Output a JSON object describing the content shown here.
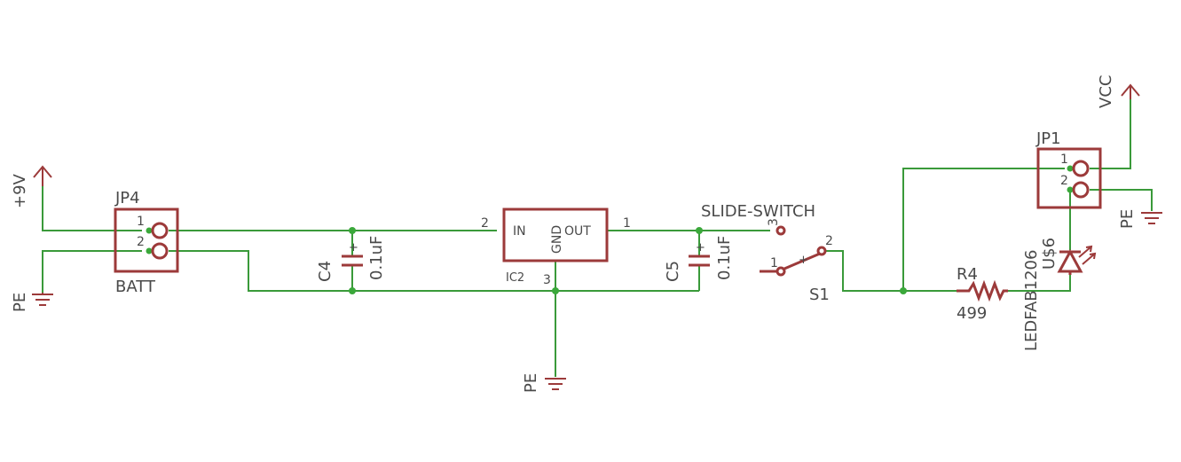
{
  "power": {
    "plus9v": "+9V",
    "vcc": "VCC",
    "pe": "PE"
  },
  "jp4": {
    "name": "JP4",
    "value": "BATT",
    "pins": [
      "1",
      "2"
    ]
  },
  "jp1": {
    "name": "JP1",
    "pins": [
      "1",
      "2"
    ]
  },
  "c4": {
    "name": "C4",
    "value": "0.1uF"
  },
  "c5": {
    "name": "C5",
    "value": "0.1uF"
  },
  "ic2": {
    "name": "IC2",
    "in": "IN",
    "out": "OUT",
    "gnd": "GND",
    "pin_in": "2",
    "pin_out": "1",
    "pin_gnd": "3"
  },
  "s1": {
    "name": "S1",
    "value": "SLIDE-SWITCH",
    "pins": [
      "1",
      "2",
      "3"
    ]
  },
  "r4": {
    "name": "R4",
    "value": "499"
  },
  "led": {
    "name": "U$6",
    "value": "LEDFAB1206"
  },
  "colors": {
    "wire": "#3a9a3a",
    "symbol": "#9c3a3a",
    "junction": "#3aa83a",
    "text": "#4a4a4a"
  }
}
